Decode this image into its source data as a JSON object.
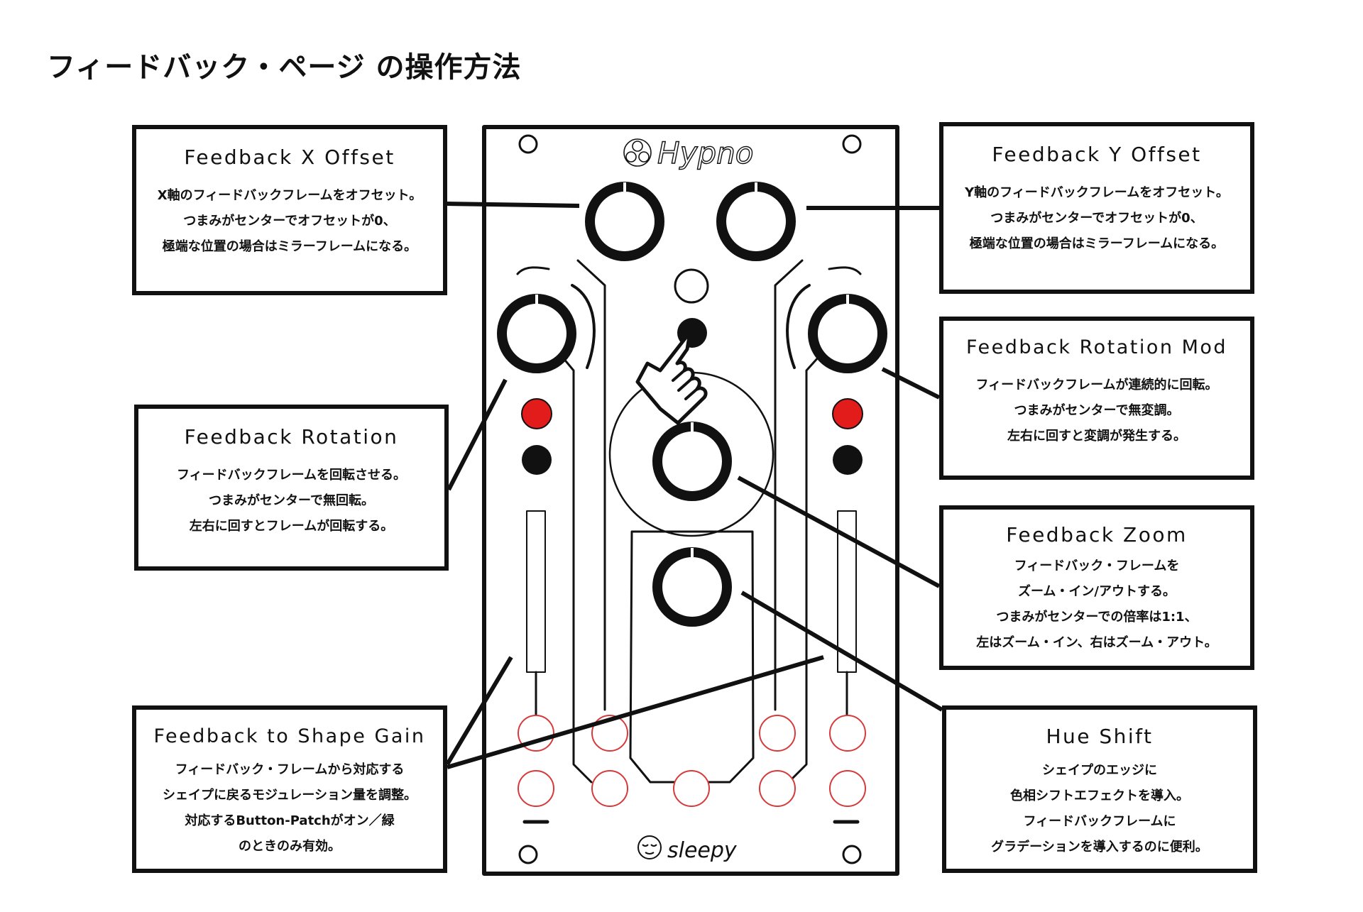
{
  "page": {
    "title": "フィードバック・ページ の操作方法"
  },
  "module": {
    "brand": "Hypno",
    "maker": "sleepy"
  },
  "callouts": {
    "x_offset": {
      "title": "Feedback X Offset",
      "lines": [
        "X軸のフィードバックフレームをオフセット。",
        "つまみがセンターでオフセットが0、",
        "極端な位置の場合はミラーフレームになる。"
      ]
    },
    "y_offset": {
      "title": "Feedback Y Offset",
      "lines": [
        "Y軸のフィードバックフレームをオフセット。",
        "つまみがセンターでオフセットが0、",
        "極端な位置の場合はミラーフレームになる。"
      ]
    },
    "rotation": {
      "title": "Feedback Rotation",
      "lines": [
        "フィードバックフレームを回転させる。",
        "つまみがセンターで無回転。",
        "左右に回すとフレームが回転する。"
      ]
    },
    "rotation_mod": {
      "title": "Feedback Rotation Mod",
      "lines": [
        "フィードバックフレームが連続的に回転。",
        "つまみがセンターで無変調。",
        "左右に回すと変調が発生する。"
      ]
    },
    "zoom": {
      "title": "Feedback Zoom",
      "lines": [
        "フィードバック・フレームを",
        "ズーム・イン/アウトする。",
        "つまみがセンターでの倍率は1:1、",
        "左はズーム・イン、右はズーム・アウト。"
      ]
    },
    "shape_gain": {
      "title": "Feedback to Shape Gain",
      "lines": [
        "フィードバック・フレームから対応する",
        "シェイプに戻るモジュレーション量を調整。",
        "対応するButton-Patchがオン／緑",
        "のときのみ有効。"
      ]
    },
    "hue_shift": {
      "title": "Hue Shift",
      "lines": [
        "シェイプのエッジに",
        "色相シフトエフェクトを導入。",
        "フィードバックフレームに",
        "グラデーションを導入するのに便利。"
      ]
    }
  },
  "colors": {
    "stroke": "#111111",
    "led_red": "#e21b1b",
    "jack_outline": "#d63a3a"
  },
  "icons": [
    "hand-pointer-icon",
    "hypno-logo-icon",
    "sleepy-face-icon"
  ]
}
